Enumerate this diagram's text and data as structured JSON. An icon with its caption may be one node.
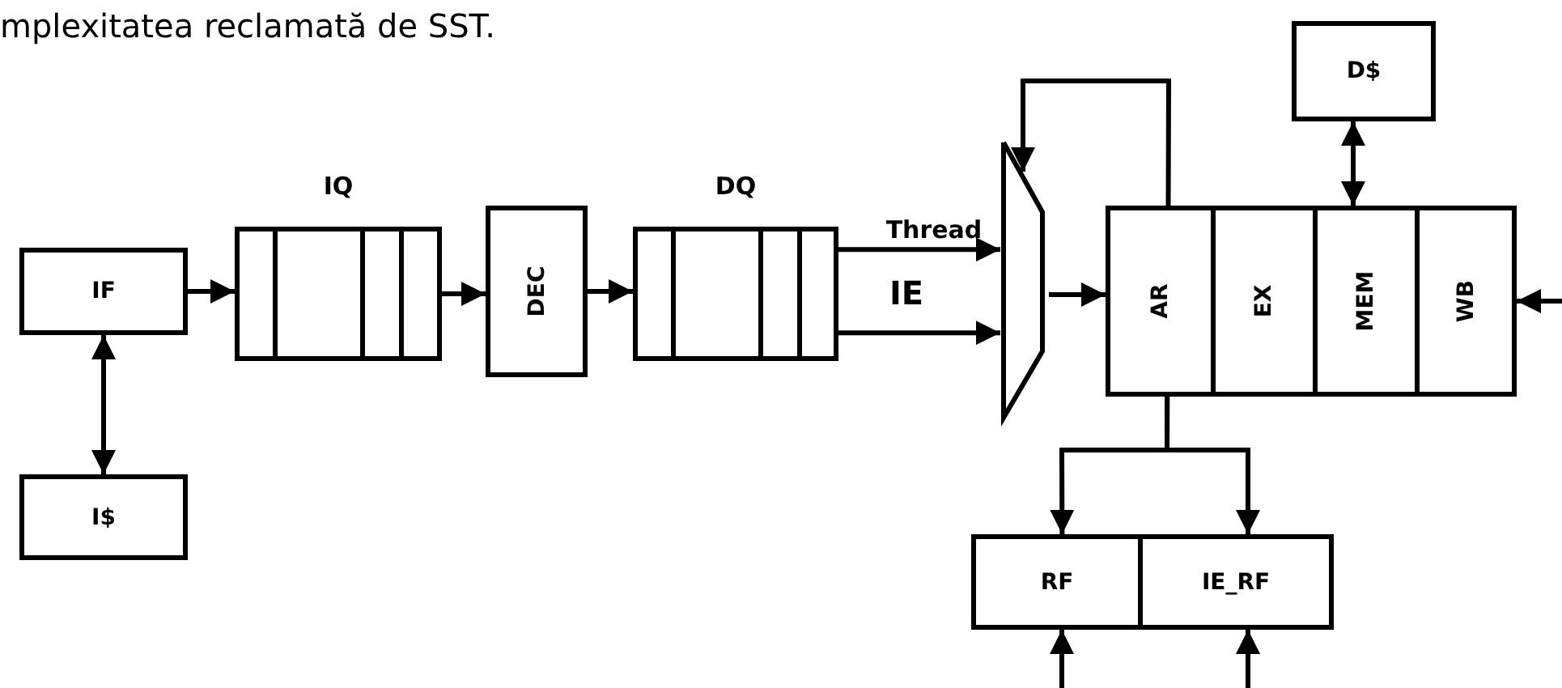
{
  "diagram": {
    "nodes": [
      {
        "text": [
          "IF"
        ]
      },
      {
        "text": [
          "IQ"
        ]
      },
      {
        "text": [
          "DEC"
        ]
      },
      {
        "text": [
          "DQ"
        ]
      },
      {
        "text": [],
        "shape": "trapezoid"
      },
      {
        "text": [
          "AR"
        ]
      },
      {
        "text": [
          "EX"
        ]
      },
      {
        "text": [
          "MEM"
        ]
      },
      {
        "text": [
          "WB"
        ]
      },
      {
        "text": [
          "D$"
        ]
      },
      {
        "text": [
          "RF"
        ]
      },
      {
        "text": [
          "IE_RF"
        ]
      },
      {
        "text": [
          "I$"
        ]
      }
    ],
    "edges": [
      {
        "from": 0,
        "to": 1,
        "arrow": "to"
      },
      {
        "from": 1,
        "to": 2,
        "arrow": "to"
      },
      {
        "from": 2,
        "to": 3,
        "arrow": "to"
      },
      {
        "from": 3,
        "to": 4,
        "arrow": "to",
        "label": "Thread"
      },
      {
        "from": 3,
        "to": 4,
        "arrow": "to",
        "label": "IE"
      },
      {
        "from": 4,
        "to": 5,
        "arrow": "to"
      },
      {
        "from": 5,
        "to": 4,
        "arrow": "to"
      },
      {
        "from": 9,
        "to": 7,
        "arrow": "both"
      },
      {
        "from": null,
        "to": 8,
        "arrow": "to"
      },
      {
        "from": 5,
        "to": 10,
        "arrow": "to"
      },
      {
        "from": 5,
        "to": 11,
        "arrow": "to"
      },
      {
        "from": 0,
        "to": 12,
        "arrow": "both"
      },
      {
        "from": null,
        "to": 10,
        "arrow": "to"
      },
      {
        "from": null,
        "to": 11,
        "arrow": "to"
      }
    ],
    "labels": [
      "mplexitatea reclamată de SST."
    ]
  }
}
